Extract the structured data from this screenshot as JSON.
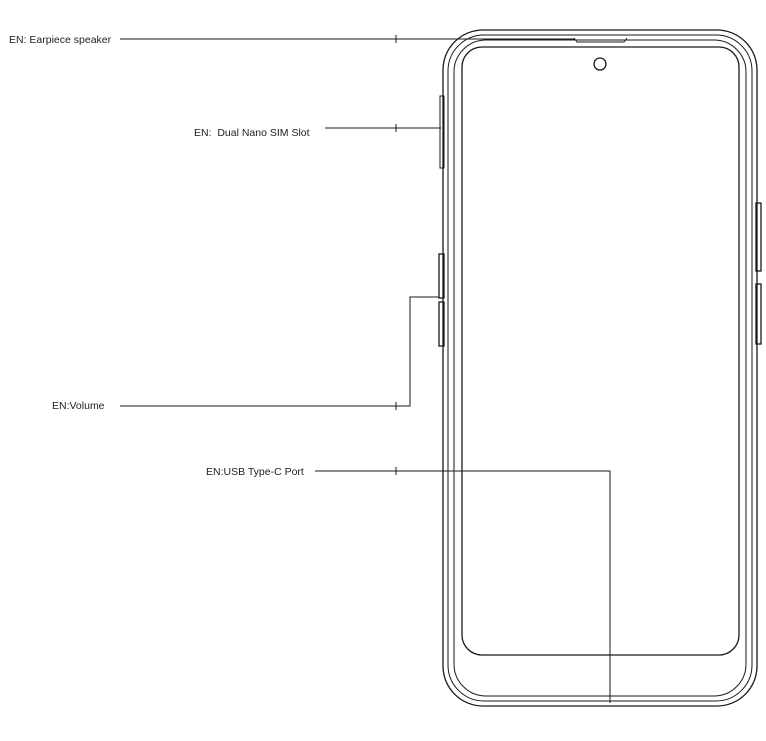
{
  "diagram": {
    "callouts": {
      "earpiece": "EN: Earpiece speaker",
      "sim_slot": "EN:  Dual Nano SIM Slot",
      "volume": "EN:Volume",
      "usb": "EN:USB Type-C Port"
    },
    "colors": {
      "line": "#1a1a1a",
      "text": "#222222",
      "background": "#ffffff"
    }
  }
}
